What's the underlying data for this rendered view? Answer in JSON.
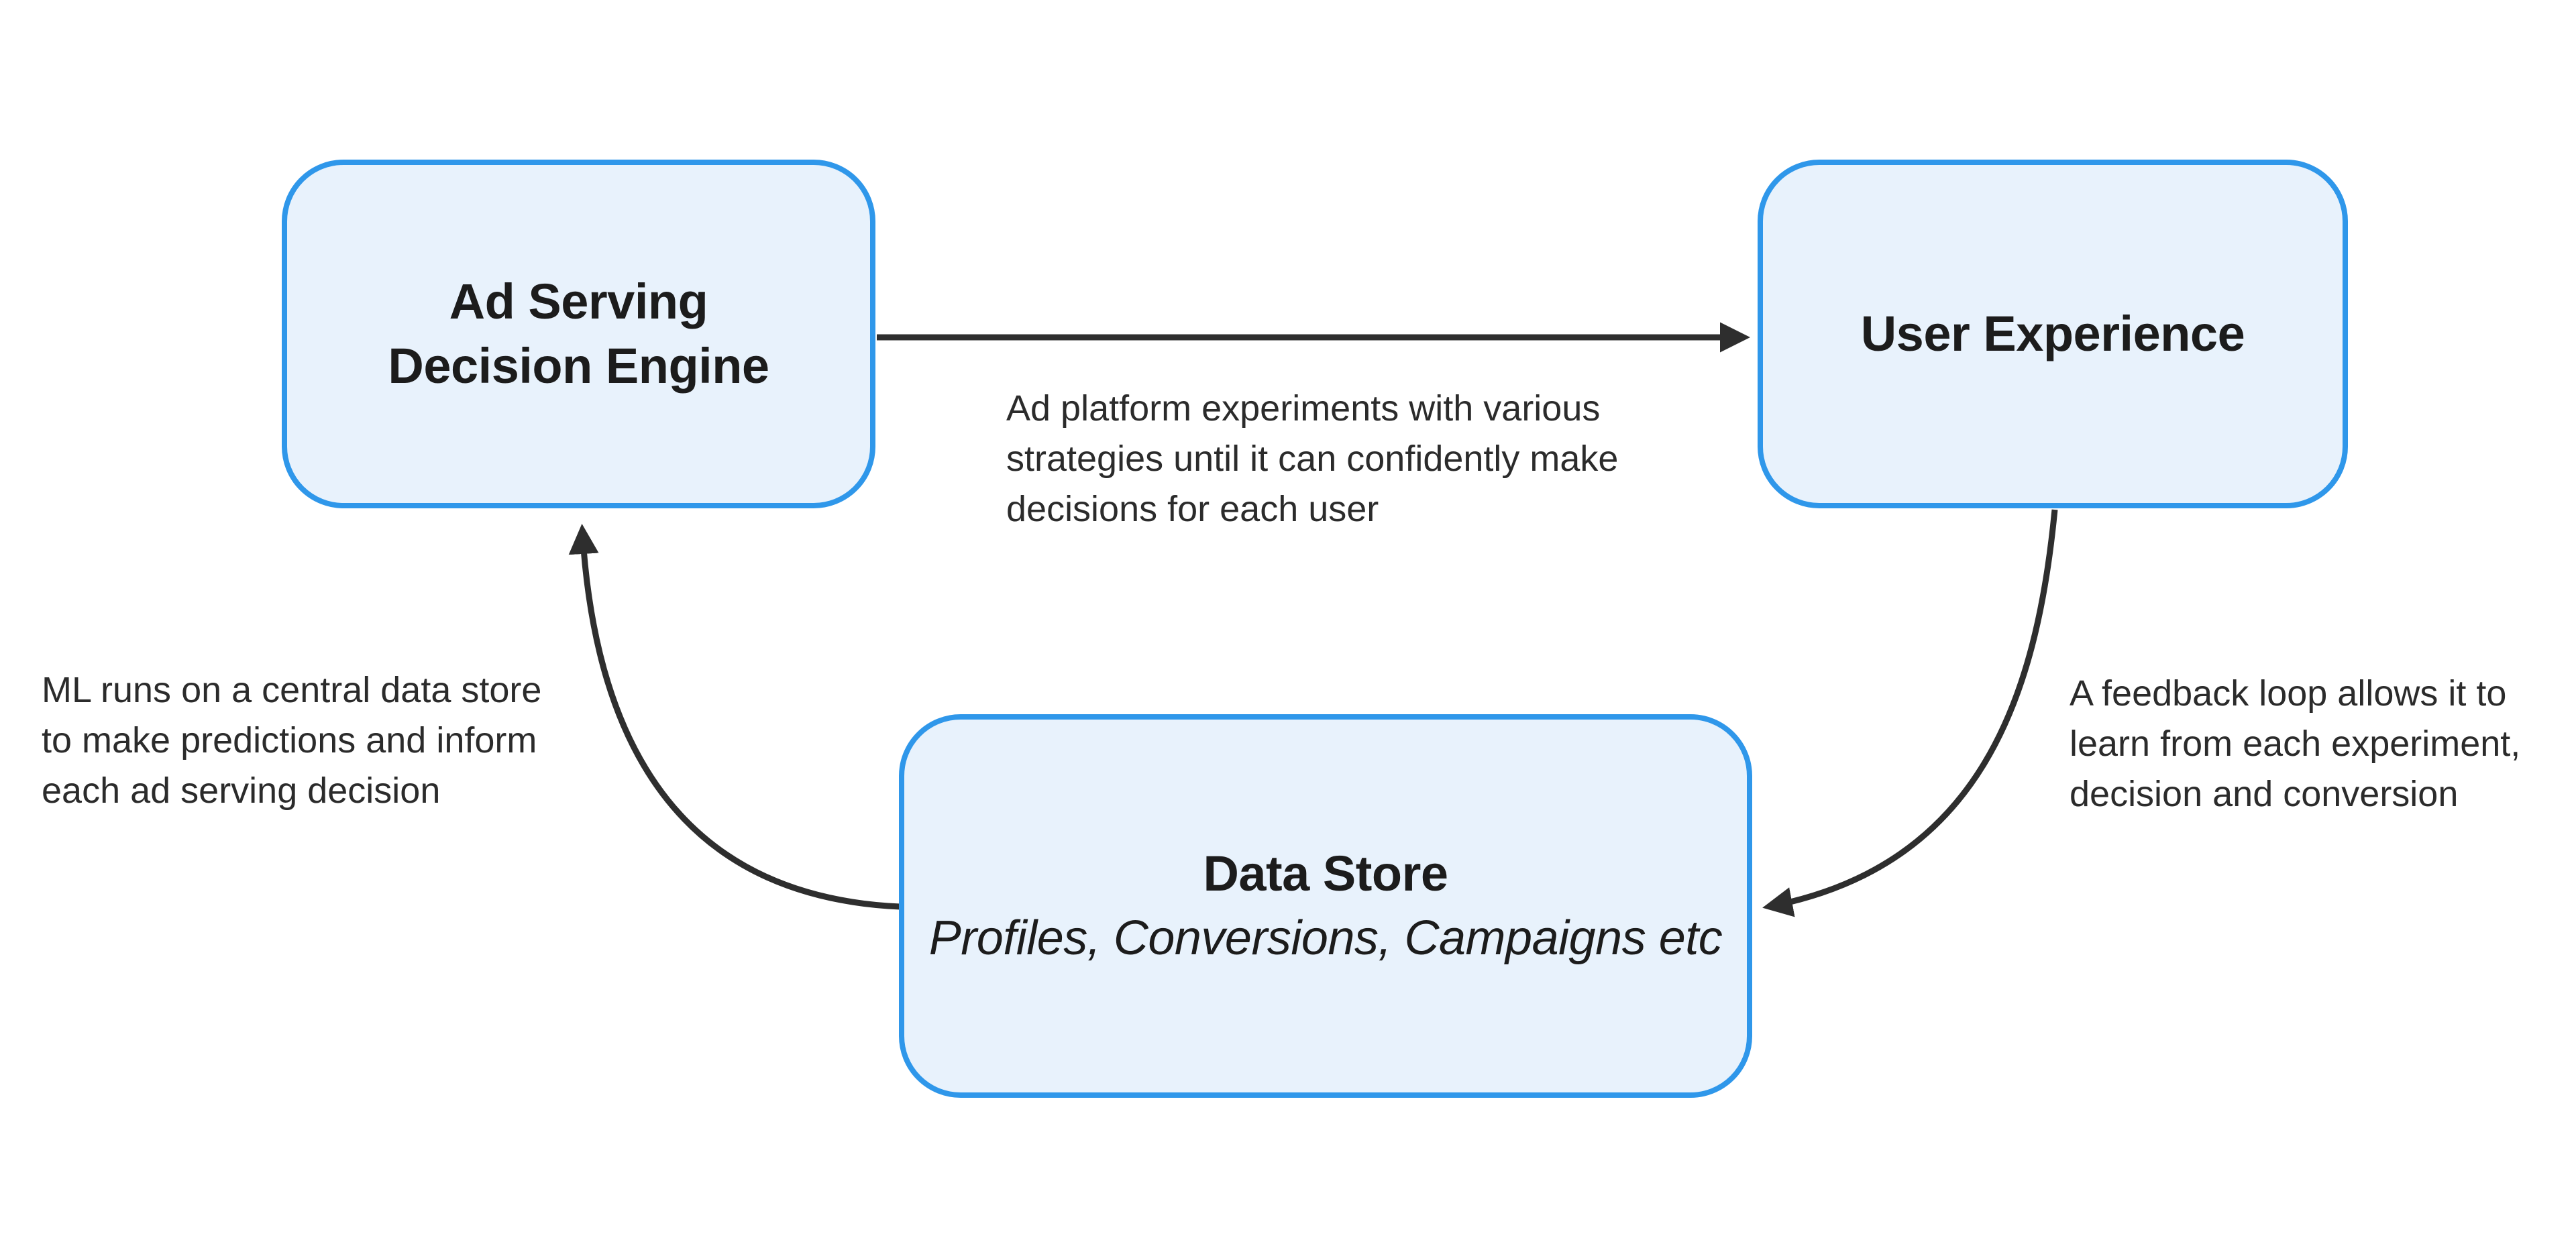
{
  "colors": {
    "background": "#ffffff",
    "box_fill": "#E8F2FC",
    "box_border": "#2F97EA",
    "arrow": "#2E2E2E",
    "title_text": "#1C1C1C",
    "annotation_text": "#2B2B2B"
  },
  "nodes": {
    "ad_serving": {
      "lines": [
        "Ad Serving",
        "Decision Engine"
      ]
    },
    "user_experience": {
      "lines": [
        "User Experience"
      ]
    },
    "data_store": {
      "title": "Data Store",
      "subtitle": "Profiles, Conversions, Campaigns etc"
    }
  },
  "annotations": {
    "top_arrow": {
      "lines": [
        "Ad platform experiments with various",
        "strategies until it can confidently make",
        "decisions for each user"
      ]
    },
    "left": {
      "lines": [
        "ML runs on a central data store",
        "to make predictions and inform",
        "each ad serving decision"
      ]
    },
    "right": {
      "lines": [
        "A feedback loop allows it to",
        "learn from each experiment,",
        "decision and conversion"
      ]
    }
  }
}
